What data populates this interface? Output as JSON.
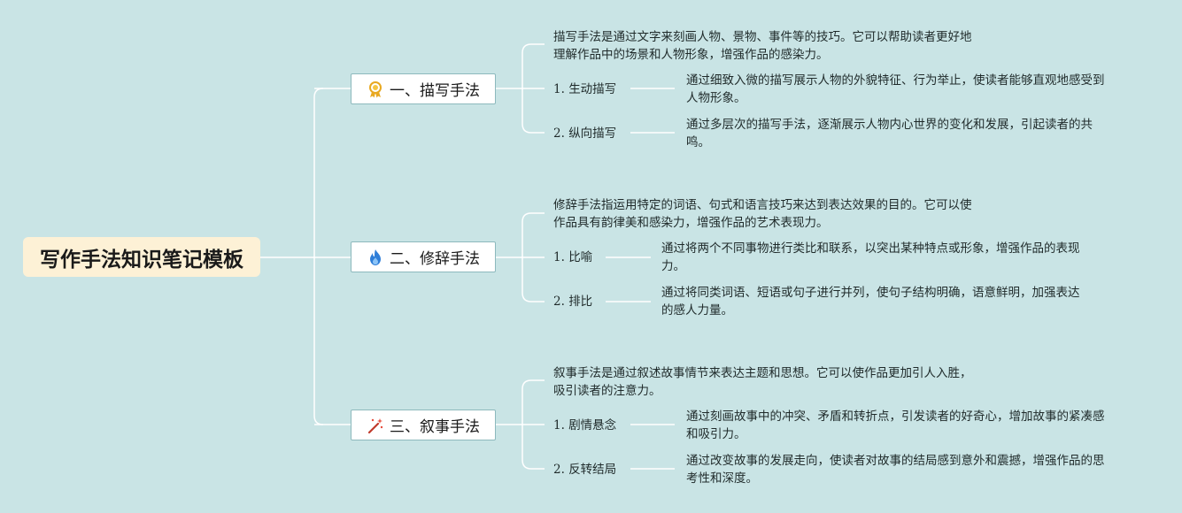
{
  "root": {
    "title": "写作手法知识笔记模板"
  },
  "colors": {
    "background": "#c9e4e5",
    "line": "#ffffff",
    "root_bg": "#fdf1d6",
    "branch_border": "#8db9bd"
  },
  "branches": [
    {
      "icon": "award-ribbon-icon",
      "label": "一、描写手法",
      "desc_lines": [
        "描写手法是通过文字来刻画人物、景物、事件等的技巧。它可以帮助读者更好地",
        "理解作品中的场景和人物形象，增强作品的感染力。"
      ],
      "subs": [
        {
          "num": "1.",
          "label": "生动描写",
          "detail_lines": [
            "通过细致入微的描写展示人物的外貌特征、行为举止，使读者能够直观地感受到",
            "人物形象。"
          ]
        },
        {
          "num": "2.",
          "label": "纵向描写",
          "detail_lines": [
            "通过多层次的描写手法，逐渐展示人物内心世界的变化和发展，引起读者的共",
            "鸣。"
          ]
        }
      ]
    },
    {
      "icon": "fire-icon",
      "label": "二、修辞手法",
      "desc_lines": [
        "修辞手法指运用特定的词语、句式和语言技巧来达到表达效果的目的。它可以使",
        "作品具有韵律美和感染力，增强作品的艺术表现力。"
      ],
      "subs": [
        {
          "num": "1.",
          "label": "比喻",
          "detail_lines": [
            "通过将两个不同事物进行类比和联系，以突出某种特点或形象，增强作品的表现",
            "力。"
          ]
        },
        {
          "num": "2.",
          "label": "排比",
          "detail_lines": [
            "通过将同类词语、短语或句子进行并列，使句子结构明确，语意鲜明，加强表达",
            "的感人力量。"
          ]
        }
      ]
    },
    {
      "icon": "magic-wand-icon",
      "label": "三、叙事手法",
      "desc_lines": [
        "叙事手法是通过叙述故事情节来表达主题和思想。它可以使作品更加引人入胜，",
        "吸引读者的注意力。"
      ],
      "subs": [
        {
          "num": "1.",
          "label": "剧情悬念",
          "detail_lines": [
            "通过刻画故事中的冲突、矛盾和转折点，引发读者的好奇心，增加故事的紧凑感",
            "和吸引力。"
          ]
        },
        {
          "num": "2.",
          "label": "反转结局",
          "detail_lines": [
            "通过改变故事的发展走向，使读者对故事的结局感到意外和震撼，增强作品的思",
            "考性和深度。"
          ]
        }
      ]
    }
  ]
}
